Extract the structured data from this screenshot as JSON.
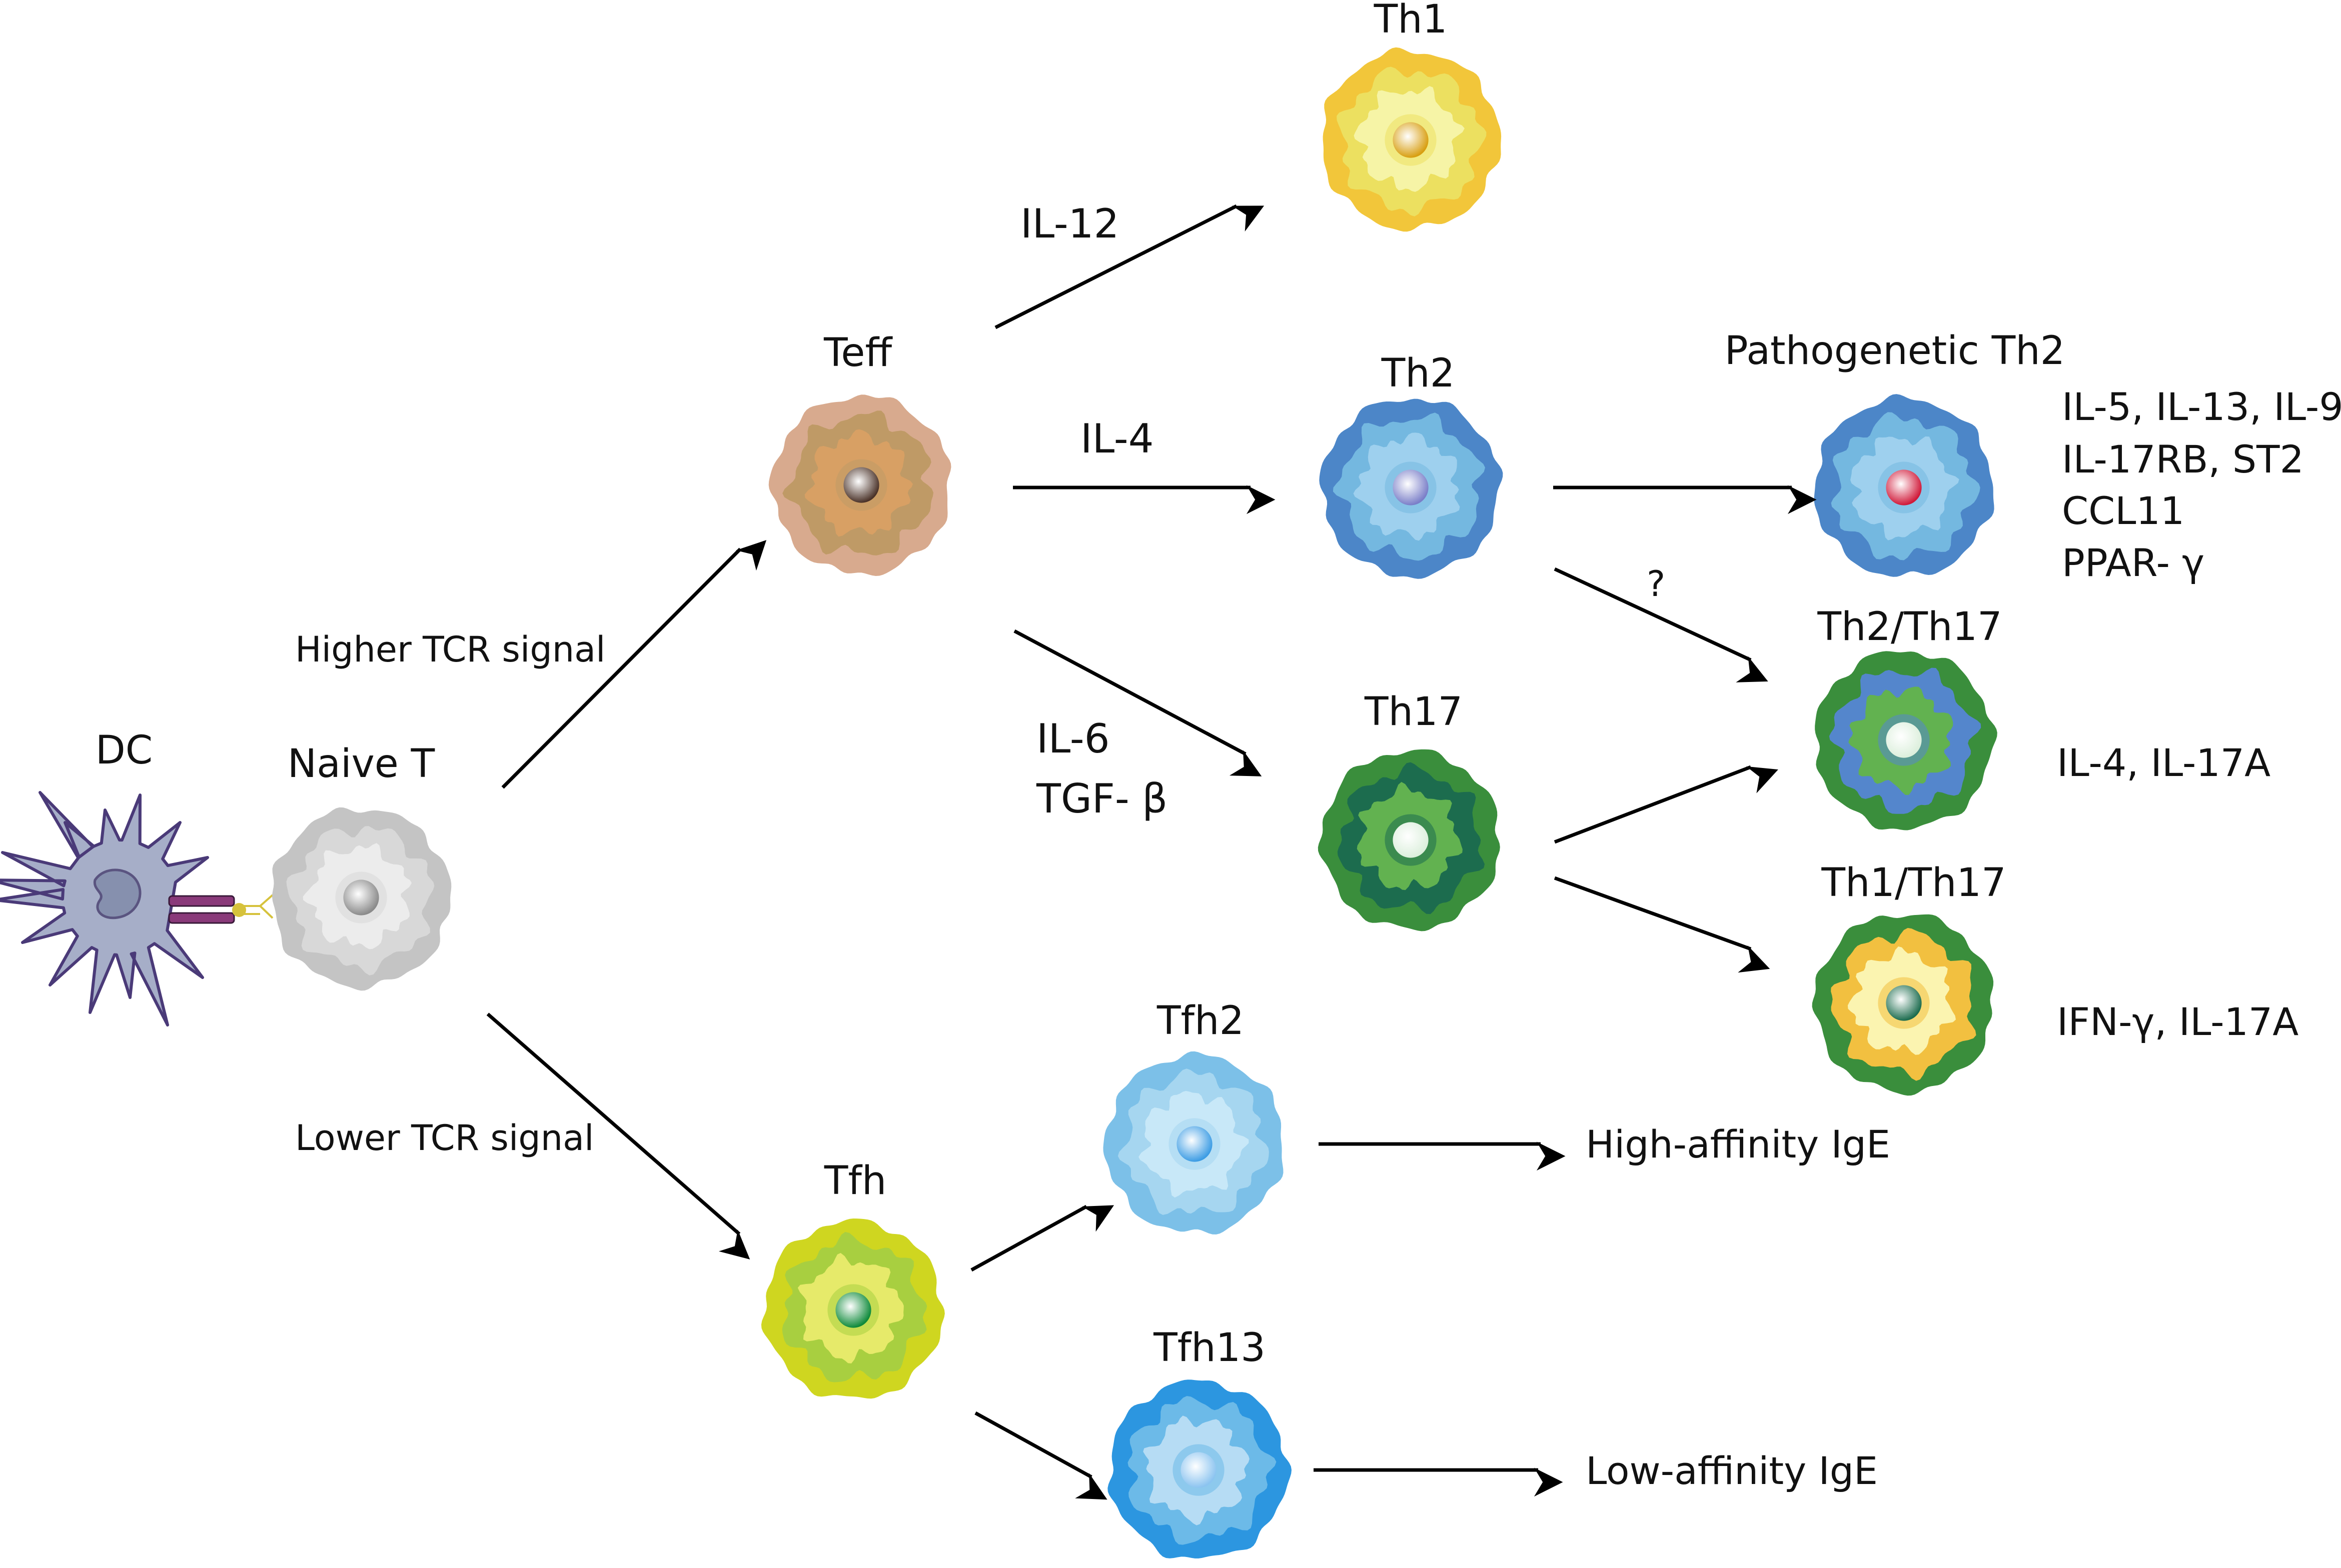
{
  "diagram": {
    "dc_label": "DC",
    "cells": {
      "naive_t": "Naive T",
      "teff": "Teff",
      "tfh": "Tfh",
      "th1": "Th1",
      "th2": "Th2",
      "th17": "Th17",
      "pathogenetic_th2": "Pathogenetic Th2",
      "th2_th17": "Th2/Th17",
      "th1_th17": "Th1/Th17",
      "tfh2": "Tfh2",
      "tfh13": "Tfh13"
    },
    "signals": {
      "higher": "Higher TCR signal",
      "lower": "Lower TCR signal"
    },
    "cytokines": {
      "il12": "IL-12",
      "il4": "IL-4",
      "il6": "IL-6",
      "tgfb": "TGF- β",
      "question": "?"
    },
    "markers": {
      "path_th2": [
        "IL-5, IL-13, IL-9",
        "IL-17RB, ST2",
        "CCL11",
        "PPAR- γ"
      ],
      "th2_th17": "IL-4, IL-17A",
      "th1_th17": "IFN-γ, IL-17A"
    },
    "outcomes": {
      "high": "High-affinity IgE",
      "low": "Low-affinity IgE"
    }
  },
  "colors": {
    "naive": [
      "#c4c4c4",
      "#d8d8d8",
      "#ececec",
      "#8a8a8a"
    ],
    "teff": [
      "#d8aa8e",
      "#bf9a66",
      "#d8a064",
      "#4a3228"
    ],
    "th1": [
      "#f2c63a",
      "#ece060",
      "#f6f4a6",
      "#d89e10"
    ],
    "th2": [
      "#4c86c8",
      "#74b8e0",
      "#9ed0ee",
      "#7a7ec8"
    ],
    "path_th2": [
      "#4c86c8",
      "#74b8e0",
      "#9ed0ee",
      "#d01838"
    ],
    "th17": [
      "#3a8e3c",
      "#1c6c4e",
      "#62b250",
      "#dcefdc"
    ],
    "th2_th17": [
      "#3a8e3c",
      "#5486cc",
      "#62b250",
      "#dcefdc"
    ],
    "th1_th17": [
      "#3a8e3c",
      "#f2c040",
      "#fbf4b0",
      "#1c6c4e"
    ],
    "tfh": [
      "#cfd620",
      "#a8cf40",
      "#e6ea6a",
      "#0e8a3a"
    ],
    "tfh2": [
      "#7cc0e8",
      "#a6d6f0",
      "#c8e8f8",
      "#3c9ce4"
    ],
    "tfh13": [
      "#2c96e0",
      "#6cbae8",
      "#b6dcf4",
      "#8cc4f0"
    ],
    "dc_body": "#a6aec8",
    "dc_nucleus": "#8690ae",
    "tcr": "#8a3a7a",
    "mhc": "#d6c23c"
  }
}
